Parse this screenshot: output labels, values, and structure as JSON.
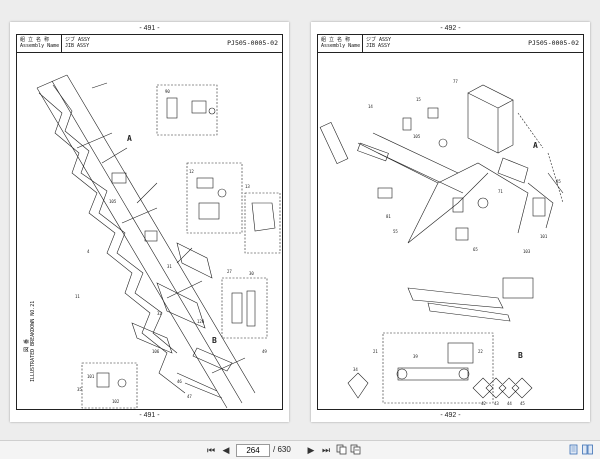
{
  "viewer": {
    "current_page": "264",
    "total_pages": "/ 630",
    "controls": {
      "first_label": "⏮",
      "prev_label": "◀",
      "next_label": "▶",
      "last_label": "⏭"
    }
  },
  "left_page": {
    "number_top": "- 491 -",
    "number_bottom": "- 491 -",
    "title_label_1": "組 立 名 称",
    "title_label_2": "Assembly Name",
    "assembly_jp": "ジブ ASSY",
    "assembly_en": "JIB ASSY",
    "code": "PJ505-0005-02",
    "side_label_1": "図 番",
    "side_label_2": "ILLUSTRATED BREAKDOWN NO.21",
    "callouts": [
      "A",
      "B",
      "105",
      "90",
      "12",
      "13",
      "27",
      "30",
      "31",
      "32",
      "4",
      "11",
      "101",
      "102",
      "106",
      "120",
      "35",
      "46",
      "47",
      "49"
    ]
  },
  "right_page": {
    "number_top": "- 492 -",
    "number_bottom": "- 492 -",
    "title_label_1": "組 立 名 称",
    "title_label_2": "Assembly Name",
    "assembly_jp": "ジブ ASSY",
    "assembly_en": "JIB ASSY",
    "code": "PJ505-0005-02",
    "callouts": [
      "A",
      "B",
      "14",
      "15",
      "21",
      "22",
      "34",
      "39",
      "42",
      "43",
      "44",
      "45",
      "55",
      "65",
      "71",
      "77",
      "81",
      "85",
      "101",
      "103",
      "105"
    ]
  },
  "colors": {
    "line": "#222222",
    "paper": "#ffffff",
    "background": "#ededed"
  }
}
